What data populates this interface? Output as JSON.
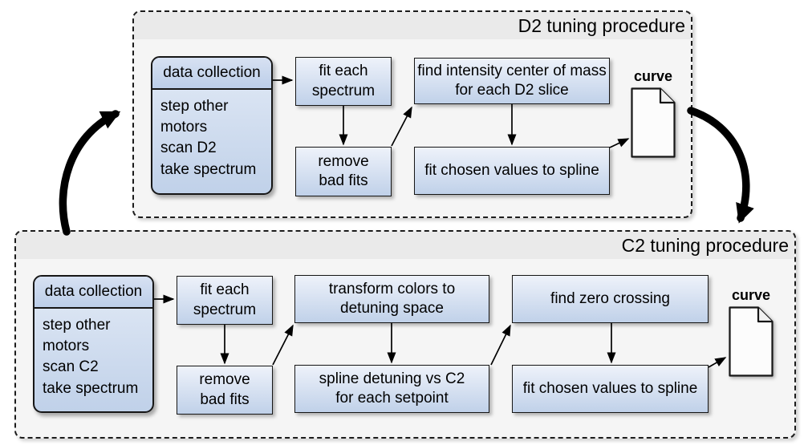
{
  "colors": {
    "panel_bg": "#f5f5f5",
    "title_band_bg": "#eaeaea",
    "node_gradient_top": "#eef2fa",
    "node_gradient_bottom": "#c0d1e9",
    "header_gradient_top": "#d7e1f2",
    "header_gradient_bottom": "#bccee9",
    "body_gradient_top": "#e2eaf6",
    "outline": "#161616"
  },
  "d2": {
    "title": "D2 tuning procedure",
    "data_collection": {
      "header": "data collection",
      "steps": [
        "step other motors",
        "scan D2",
        "take spectrum"
      ]
    },
    "fit_each_spectrum": "fit each\nspectrum",
    "remove_bad_fits": "remove\nbad fits",
    "find_center_of_mass": "find intensity center of mass\nfor each D2 slice",
    "fit_chosen_values": "fit chosen values to spline",
    "curve_label": "curve"
  },
  "c2": {
    "title": "C2 tuning procedure",
    "data_collection": {
      "header": "data collection",
      "steps": [
        "step other motors",
        "scan C2",
        "take spectrum"
      ]
    },
    "fit_each_spectrum": "fit each\nspectrum",
    "remove_bad_fits": "remove\nbad fits",
    "transform_colors": "transform colors to\ndetuning space",
    "spline_detuning": "spline detuning vs C2\nfor each setpoint",
    "find_zero_crossing": "find zero crossing",
    "fit_chosen_values": "fit chosen values to spline",
    "curve_label": "curve"
  }
}
